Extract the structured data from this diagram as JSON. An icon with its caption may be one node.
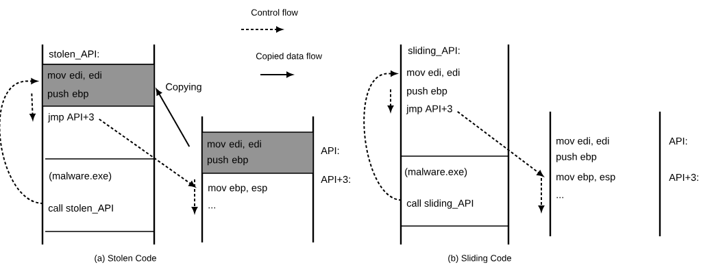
{
  "diagram": {
    "nodes": [
      {
        "text": [
          "mov edi, edi",
          "push ebp"
        ]
      },
      {
        "text": [
          "jmp API+3"
        ]
      },
      {
        "text": [
          "call stolen_API"
        ]
      },
      {
        "text": [
          "mov edi, edi",
          "push ebp"
        ]
      },
      {
        "text": [
          "mov ebp, esp",
          "..."
        ]
      },
      {
        "text": [
          "mov edi, edi",
          "push ebp"
        ]
      },
      {
        "text": [
          "jmp API+3"
        ]
      },
      {
        "text": [
          "call sliding_API"
        ]
      },
      {
        "text": [
          "mov edi, edi",
          "push ebp"
        ]
      },
      {
        "text": [
          "mov ebp, esp",
          "..."
        ]
      }
    ],
    "edges": [
      {
        "from": 2,
        "to": 0,
        "arrow": "to",
        "style": "dashed"
      },
      {
        "from": 0,
        "to": 1,
        "arrow": "to",
        "style": "dashed"
      },
      {
        "from": 1,
        "to": 4,
        "arrow": "to",
        "style": "dashed"
      },
      {
        "from": 3,
        "to": 0,
        "arrow": "to",
        "label": "Copying"
      },
      {
        "from": 7,
        "to": 5,
        "arrow": "to",
        "style": "dashed"
      },
      {
        "from": 5,
        "to": 6,
        "arrow": "to",
        "style": "dashed"
      },
      {
        "from": 6,
        "to": 9,
        "arrow": "to",
        "style": "dashed"
      }
    ],
    "labels": [
      "stolen_API:",
      "(malware.exe)",
      "API:",
      "API+3:",
      "sliding_API:",
      "(malware.exe)",
      "API:",
      "API+3:",
      "(a) Stolen Code",
      "(b) Sliding Code"
    ],
    "legend": [
      {
        "text": "Control flow"
      },
      {
        "text": "Copied data flow"
      }
    ]
  }
}
